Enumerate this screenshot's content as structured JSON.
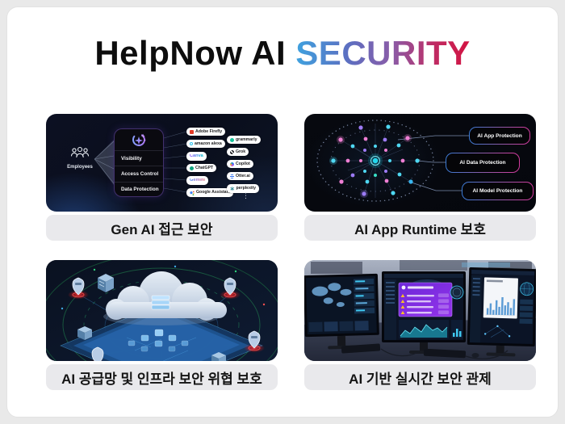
{
  "title": {
    "brand": "HelpNow AI",
    "highlight": "SECURITY"
  },
  "colors": {
    "title_gradient_start": "#3fa2df",
    "title_gradient_end": "#d41240",
    "panel_dark_bg": "#0a0e1c",
    "caption_bg": "#e9e9ec",
    "caption_text": "#141414",
    "node_cyan": "#4fd8f2",
    "node_pink": "#ef7fd4",
    "node_purple": "#9d7bf5",
    "threat_red": "#ff3b3b",
    "arc_green": "#27a35c",
    "platform_blue": "#1d5490",
    "alert_panel_purple": "#7c3aed"
  },
  "panel_gen_ai": {
    "caption": "Gen AI 접근 보안",
    "source_label": "Employees",
    "controls": [
      "Visibility",
      "Access Control",
      "Data Protection"
    ],
    "apps_col1": [
      "Adobe Firefly",
      "amazon alexa",
      "Canva",
      "ChatGPT",
      "Gemini",
      "Google Assistant"
    ],
    "apps_col2": [
      "grammarly",
      "Grok",
      "Copilot",
      "Otter.ai",
      "perplexity"
    ],
    "more_indicator": "⋮"
  },
  "panel_runtime": {
    "caption": "AI App Runtime 보호",
    "labels": [
      "AI App Protection",
      "AI Data Protection",
      "AI Model Protection"
    ]
  },
  "panel_supply_chain": {
    "caption": "AI 공급망 및 인프라 보안 위협 보호"
  },
  "panel_soc": {
    "caption": "AI 기반 실시간 보안 관제"
  }
}
